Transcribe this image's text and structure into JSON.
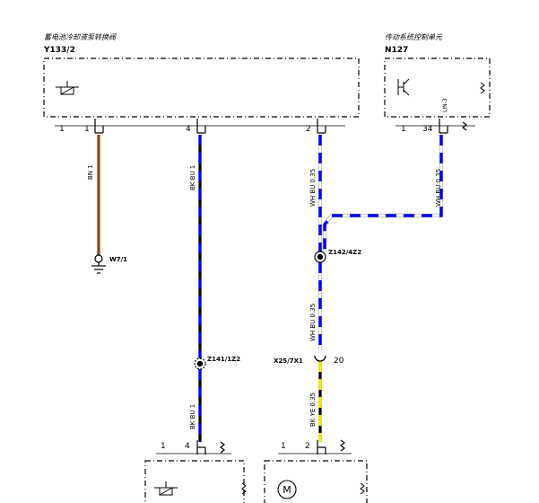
{
  "components": {
    "y133": {
      "id": "Y133/2",
      "desc": "蓄电池冷却液泵转换阀",
      "pin_outer": "1",
      "pin_a": "1",
      "pin_b": "4",
      "pin_c": "2"
    },
    "n127": {
      "id": "N127",
      "desc": "传动系统控制单元",
      "pin_outer": "1",
      "pin_a": "34",
      "lin": "LIN-3"
    },
    "bottom_left": {
      "pin_outer": "1",
      "pin_a": "4"
    },
    "bottom_right": {
      "pin_outer": "1",
      "pin_a": "2",
      "motor": "M"
    }
  },
  "wires": {
    "bn": "BN  1",
    "bkbu_top": "BK BU 1",
    "bkbu_bottom": "BK BU 1",
    "whbu_y133": "WH BU 0.35",
    "whbu_n127": "WH BU 0.35",
    "whbu_mid": "WH BU 0.35",
    "bkye": "BK YE 0.35"
  },
  "connectors": {
    "ground": "W7/1",
    "z142": "Z142/4Z2",
    "z141": "Z141/1Z2",
    "x25": "X25/7X1",
    "x25_pin": "20"
  },
  "colors": {
    "brown": "#8b4513",
    "blue": "#0000ee",
    "black": "#000000",
    "yellow": "#f5e600",
    "white": "#ffffff"
  }
}
